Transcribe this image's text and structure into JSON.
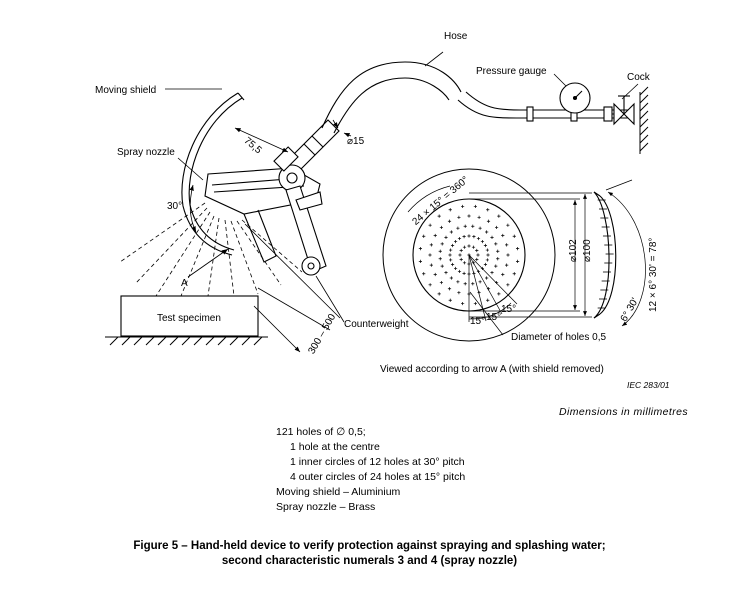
{
  "labels": {
    "hose": "Hose",
    "pressure_gauge": "Pressure gauge",
    "cock": "Cock",
    "moving_shield": "Moving shield",
    "spray_nozzle": "Spray nozzle",
    "dim_755": "75,5",
    "dim_phi15": "⌀15",
    "angle_30": "30°",
    "arrow_a": "A",
    "test_specimen": "Test specimen",
    "counterweight": "Counterweight",
    "dim_300_500": "300 – 500",
    "holes_angle": "24 × 15° = 360°",
    "dim_phi102": "⌀102",
    "dim_phi100": "⌀100",
    "pitch_15": "15°",
    "arc_angle": "12 × 6° 30' = 78°",
    "arc_6_30": "6° 30'",
    "diameter_holes": "Diameter of holes 0,5",
    "viewed": "Viewed according to arrow A (with shield removed)",
    "iec_ref": "IEC   283/01",
    "dims_note": "Dimensions in millimetres"
  },
  "notes": {
    "line1": "121 holes of ∅ 0,5;",
    "line2": "1 hole at the centre",
    "line3": "1 inner circles of 12 holes at 30° pitch",
    "line4": "4 outer circles of 24 holes at 15° pitch",
    "line5": "Moving shield – Aluminium",
    "line6": "Spray nozzle – Brass"
  },
  "caption": {
    "line1": "Figure 5 – Hand-held device to verify protection against spraying and splashing water;",
    "line2": "second characteristic numerals 3 and 4 (spray nozzle)"
  },
  "holes": {
    "centre": 1,
    "inner_circle_holes": 12,
    "inner_pitch_deg": 30,
    "outer_circles": 4,
    "outer_circle_holes": 24,
    "outer_pitch_deg": 15
  }
}
